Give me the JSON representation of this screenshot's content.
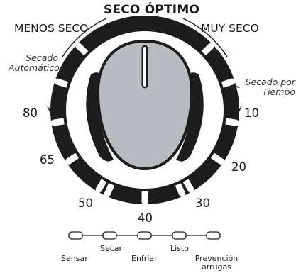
{
  "dial": {
    "title": "SECO ÓPTIMO",
    "less_dry": "MENOS SECO",
    "very_dry": "MUY SECO",
    "auto_dry_line1": "Secado",
    "auto_dry_line2": "Automático",
    "timed_dry_line1": "Secado por",
    "timed_dry_line2": "Tiempo",
    "time_marks": [
      "80",
      "65",
      "50",
      "40",
      "30",
      "20",
      "10"
    ],
    "colors": {
      "ring": "#1c1c1c",
      "knob": "#b8bcc1",
      "slot": "#ffffff"
    },
    "icons": {
      "knob": "knob-icon",
      "pointer": "pointer-indicator-icon"
    }
  },
  "status": {
    "lights": [
      "Sensar",
      "Secar",
      "Enfriar",
      "Listo",
      "Prevención arrugas"
    ],
    "last_line1": "Prevención",
    "last_line2": "arrugas"
  }
}
